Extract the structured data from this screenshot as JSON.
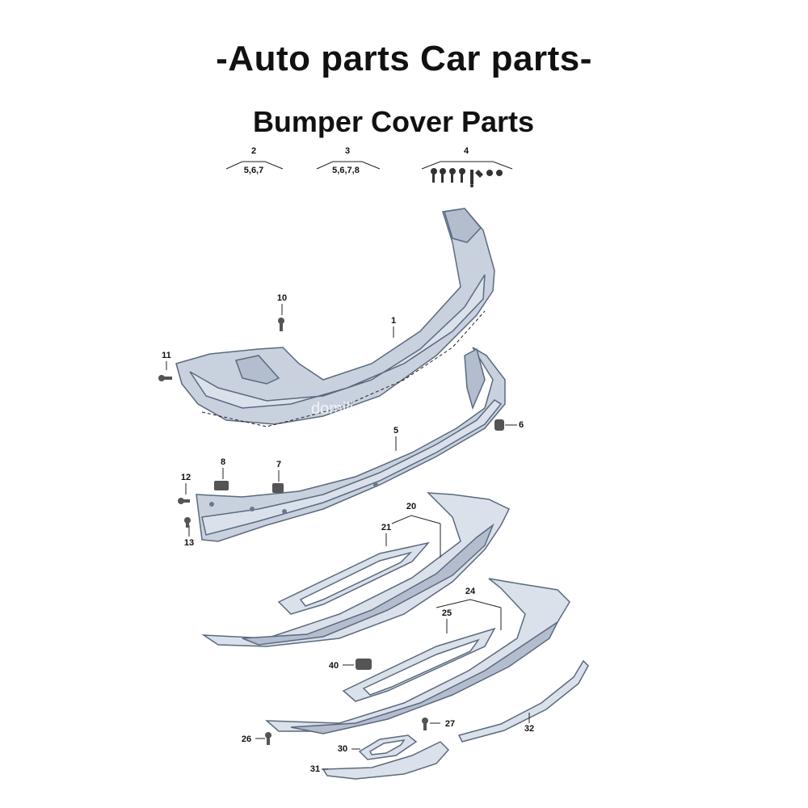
{
  "header": {
    "title": "-Auto parts Car parts-",
    "subtitle": "Bumper Cover Parts"
  },
  "groups": [
    {
      "ref": "2",
      "sub": "5,6,7"
    },
    {
      "ref": "3",
      "sub": "5,6,7,8"
    },
    {
      "ref": "4",
      "sub": ""
    }
  ],
  "callouts": {
    "c1": "1",
    "c5": "5",
    "c6": "6",
    "c7": "7",
    "c8": "8",
    "c10": "10",
    "c11": "11",
    "c12": "12",
    "c13": "13",
    "c20": "20",
    "c21": "21",
    "c24": "24",
    "c25": "25",
    "c26": "26",
    "c27": "27",
    "c30": "30",
    "c31": "31",
    "c32": "32",
    "c40": "40"
  },
  "watermark": "domili.en.alibaba.com",
  "colors": {
    "part_fill": "#c9d1de",
    "part_fill_light": "#dbe1ea",
    "part_stroke": "#5a6a80",
    "text": "#111111"
  }
}
